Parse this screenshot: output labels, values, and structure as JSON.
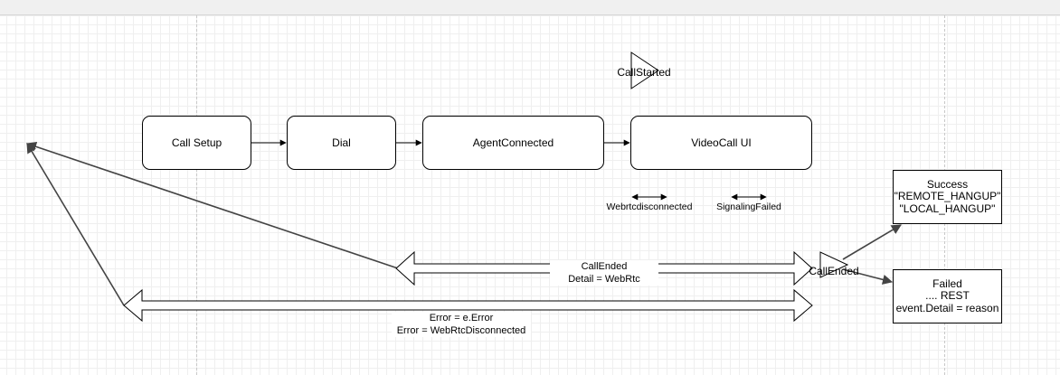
{
  "nodes": {
    "call_setup": "Call Setup",
    "dial": "Dial",
    "agent_connected": "AgentConnected",
    "videocall_ui": "VideoCall UI"
  },
  "events": {
    "call_started": "CallStarted",
    "call_ended": "CallEnded",
    "webrtc_disconnected": "Webrtcdisconnected",
    "signaling_failed": "SignalingFailed"
  },
  "outcomes": {
    "success": [
      "Success",
      "\"REMOTE_HANGUP\"",
      "\"LOCAL_HANGUP\""
    ],
    "failed": [
      "Failed",
      ".... REST",
      "event.Detail = reason"
    ]
  },
  "edge_labels": {
    "call_ended_detail": [
      "CallEnded",
      "Detail = WebRtc"
    ],
    "error": [
      "Error = e.Error",
      "Error = WebRtcDisconnected"
    ]
  },
  "colors": {
    "stroke": "#000000",
    "connector": "#444444",
    "grid": "#e2e2e2"
  }
}
